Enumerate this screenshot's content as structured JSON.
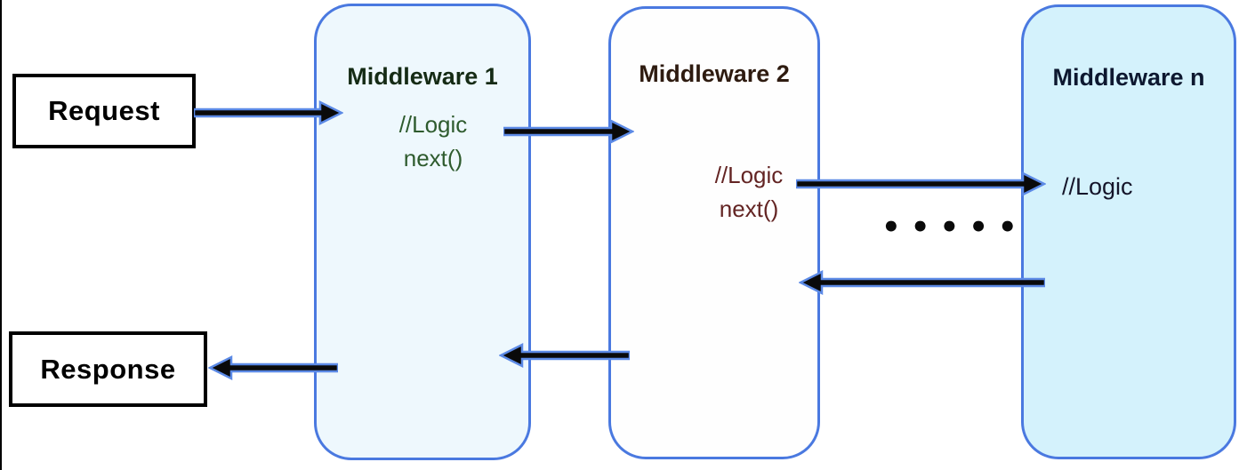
{
  "nodes": {
    "request": {
      "label": "Request"
    },
    "response": {
      "label": "Response"
    },
    "middleware1": {
      "title": "Middleware 1",
      "logic_line1": "//Logic",
      "logic_line2": "next()"
    },
    "middleware2": {
      "title": "Middleware 2",
      "logic_line1": "//Logic",
      "logic_line2": "next()"
    },
    "middleware_n": {
      "title": "Middleware n",
      "logic_line1": "//Logic"
    }
  },
  "ellipsis": {
    "text": "•••••"
  },
  "arrows": [
    {
      "name": "arrow-request-to-middleware1",
      "from": "Request",
      "to": "Middleware 1"
    },
    {
      "name": "arrow-middleware1-to-middleware2",
      "from": "Middleware 1",
      "to": "Middleware 2"
    },
    {
      "name": "arrow-middleware2-to-middleware-n",
      "from": "Middleware 2",
      "to": "Middleware n"
    },
    {
      "name": "arrow-middleware-n-to-middleware2",
      "from": "Middleware n",
      "to": "Middleware 2"
    },
    {
      "name": "arrow-middleware2-to-middleware1",
      "from": "Middleware 2",
      "to": "Middleware 1"
    },
    {
      "name": "arrow-middleware1-to-response",
      "from": "Middleware 1",
      "to": "Response"
    }
  ],
  "colors": {
    "box_border": "#4a79e0",
    "mw1_fill": "#eef8fd",
    "mw2_fill": "#fefefe",
    "mwn_fill": "#d4f2fc",
    "mw1_text_title": "#152b15",
    "mw1_text_logic": "#2e5b2e",
    "mw2_text_title": "#2e1b10",
    "mw2_text_logic": "#632423",
    "mwn_text_title": "#0d1830",
    "mwn_text_logic": "#15152a",
    "arrow_fill": "#0a0a0a",
    "arrow_stroke": "#5c8ae6"
  }
}
